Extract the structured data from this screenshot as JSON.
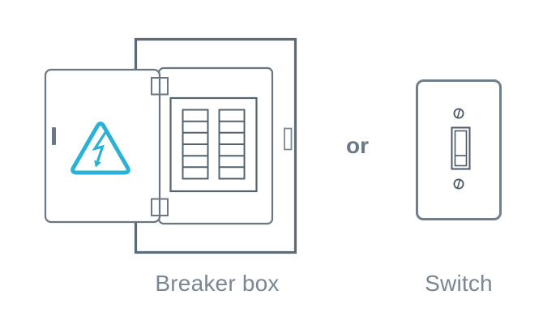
{
  "colors": {
    "accent": "#29b1d8",
    "outline_dark": "#5e6a76",
    "outline": "#6a7681",
    "outline_panel": "#54646f",
    "latch": "#7e8893",
    "hardware": "#4c5b69",
    "plate": "#727e8a",
    "handle": "#6d7884",
    "label_text": "#7a8694",
    "or_text": "#6b7886"
  },
  "figures": [
    {
      "id": "breaker-box",
      "label": "Breaker box",
      "icon": "breaker-box-icon"
    },
    {
      "id": "switch",
      "label": "Switch",
      "icon": "light-switch-icon"
    }
  ],
  "connector_text": "or"
}
